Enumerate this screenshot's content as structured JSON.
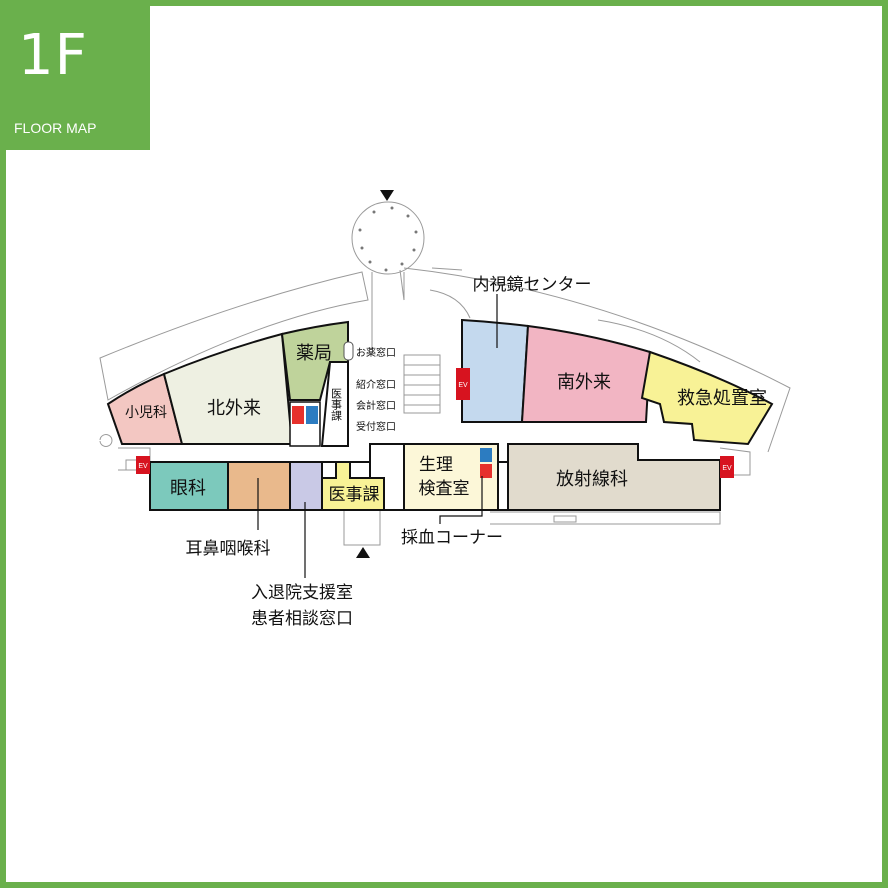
{
  "badge": {
    "floor": "1F",
    "subtitle": "FLOOR MAP"
  },
  "colors": {
    "frame": "#6ab04c",
    "pediatrics": "#f3c7c2",
    "north_outpatient": "#eef0e2",
    "pharmacy": "#bfd39b",
    "endoscopy": "#c4d9ee",
    "south_outpatient": "#f2b5c3",
    "emergency": "#f8f296",
    "ophthalmology": "#7cc9bc",
    "ent": "#e9b98c",
    "admission": "#c9c9e6",
    "medical_affairs": "#f8f296",
    "physiology": "#fcf7d8",
    "radiology": "#e1dbcd",
    "elevator": "#d7131f",
    "restroom_female": "#e6312c",
    "restroom_male": "#2c7cc1"
  },
  "rooms": {
    "pediatrics": "小児科",
    "north_outpatient": "北外来",
    "pharmacy": "薬局",
    "medical_affairs_vertical": "医事課",
    "south_outpatient": "南外来",
    "emergency": "救急処置室",
    "ophthalmology": "眼科",
    "medical_affairs": "医事課",
    "physiology_line1": "生理",
    "physiology_line2": "検査室",
    "radiology": "放射線科"
  },
  "windows": {
    "medicine": "お薬窓口",
    "referral": "紹介窓口",
    "cashier": "会計窓口",
    "reception": "受付窓口"
  },
  "callouts": {
    "endoscopy": "内視鏡センター",
    "ent": "耳鼻咽喉科",
    "admission_line1": "入退院支援室",
    "admission_line2": "患者相談窓口",
    "blood": "採血コーナー"
  },
  "ev_label": "EV"
}
